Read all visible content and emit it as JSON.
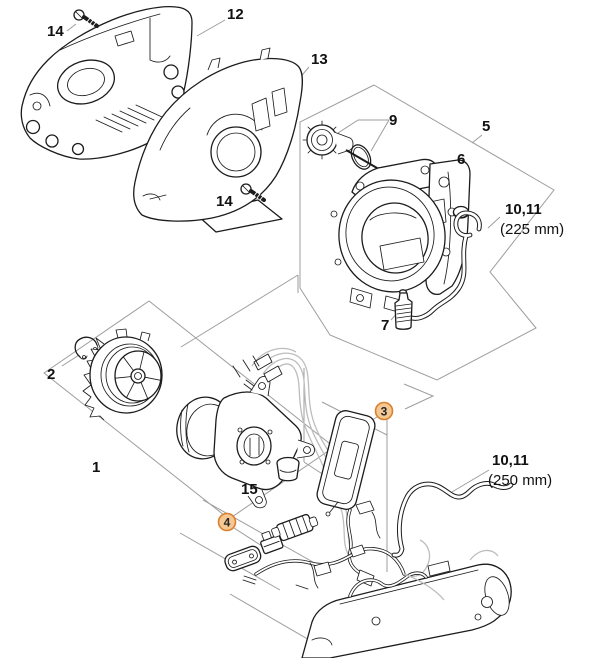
{
  "diagram": {
    "kind": "exploded-parts-diagram",
    "callouts": {
      "screw_top": "14",
      "cover_top": "12",
      "cover_inner": "13",
      "oil_pump": "9",
      "fan_housing": "5",
      "plug": "6",
      "hose_a_num": "10,11",
      "hose_a_len": "(225 mm)",
      "screw_mid": "14",
      "grease_tube": "7",
      "circlip": "2",
      "flywheel_group": "1",
      "grommet": "15",
      "control_unit": "3",
      "switch_group": "4",
      "hose_b_num": "10,11",
      "hose_b_len": "(250 mm)"
    },
    "colors": {
      "ink": "#1c1c1c",
      "guide_line": "#9d9d9d",
      "highlight_fill": "#f4c793",
      "highlight_stroke": "#d9812e"
    }
  }
}
